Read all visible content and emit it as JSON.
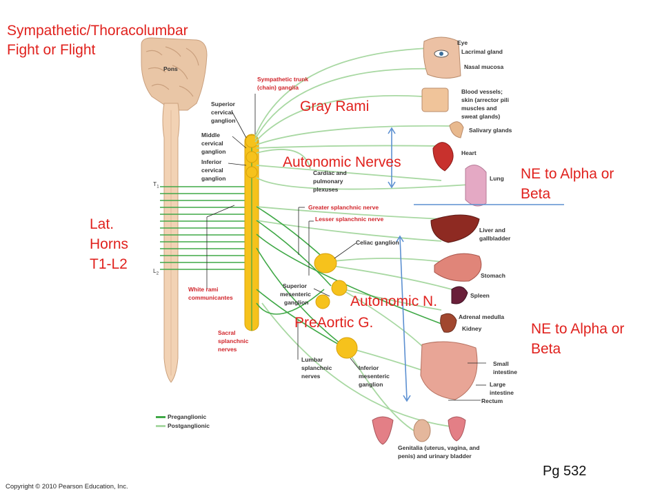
{
  "colors": {
    "pre": "#3fa846",
    "post": "#a8d8a2",
    "ganglion": "#f6c21c",
    "annotation": "#e0211d",
    "arrow": "#5b8fd1"
  },
  "annotations": {
    "title_line1": "Sympathetic/Thoracolumbar",
    "title_line2": "Fight or Flight",
    "gray_rami": "Gray Rami",
    "autonomic_nerves": "Autonomic Nerves",
    "ne_alpha_beta_top_1": "NE to Alpha or",
    "ne_alpha_beta_top_2": "Beta",
    "lat_horns_1": "Lat.",
    "lat_horns_2": "Horns",
    "lat_horns_3": "T1-L2",
    "autonomic_n": "Autonomic N.",
    "preaortic_g": "PreAortic G.",
    "ne_alpha_beta_bottom_1": "NE to Alpha or",
    "ne_alpha_beta_bottom_2": "Beta",
    "page": "Pg 532"
  },
  "labels": {
    "pons": "Pons",
    "sympathetic_trunk_1": "Sympathetic trunk",
    "sympathetic_trunk_2": "(chain) ganglia",
    "superior_cervical_1": "Superior",
    "superior_cervical_2": "cervical",
    "superior_cervical_3": "ganglion",
    "middle_cervical_1": "Middle",
    "middle_cervical_2": "cervical",
    "middle_cervical_3": "ganglion",
    "inferior_cervical_1": "Inferior",
    "inferior_cervical_2": "cervical",
    "inferior_cervical_3": "ganglion",
    "t1": "T",
    "t1_sub": "1",
    "l2": "L",
    "l2_sub": "2",
    "white_rami_1": "White rami",
    "white_rami_2": "communicantes",
    "sacral_1": "Sacral",
    "sacral_2": "splanchnic",
    "sacral_3": "nerves",
    "cardiac_1": "Cardiac and",
    "cardiac_2": "pulmonary",
    "cardiac_3": "plexuses",
    "greater_splanchnic": "Greater splanchnic nerve",
    "lesser_splanchnic": "Lesser splanchnic nerve",
    "celiac": "Celiac ganglion",
    "sup_mesenteric_1": "Superior",
    "sup_mesenteric_2": "mesenteric",
    "sup_mesenteric_3": "ganglion",
    "lumbar_1": "Lumbar",
    "lumbar_2": "splanchnic",
    "lumbar_3": "nerves",
    "inf_mesenteric_1": "Inferior",
    "inf_mesenteric_2": "mesenteric",
    "inf_mesenteric_3": "ganglion",
    "eye": "Eye",
    "lacrimal": "Lacrimal gland",
    "nasal": "Nasal mucosa",
    "blood_1": "Blood vessels;",
    "blood_2": "skin (arrector pili",
    "blood_3": "muscles and",
    "blood_4": "sweat glands)",
    "salivary": "Salivary glands",
    "heart": "Heart",
    "lung": "Lung",
    "liver_1": "Liver and",
    "liver_2": "gallbladder",
    "stomach": "Stomach",
    "spleen": "Spleen",
    "adrenal": "Adrenal medulla",
    "kidney": "Kidney",
    "small_1": "Small",
    "small_2": "intestine",
    "large_1": "Large",
    "large_2": "intestine",
    "rectum": "Rectum",
    "genitalia_1": "Genitalia (uterus, vagina, and",
    "genitalia_2": "penis) and urinary bladder"
  },
  "legend": {
    "preganglionic": "Preganglionic",
    "postganglionic": "Postganglionic"
  },
  "copyright": "Copyright © 2010 Pearson Education, Inc."
}
